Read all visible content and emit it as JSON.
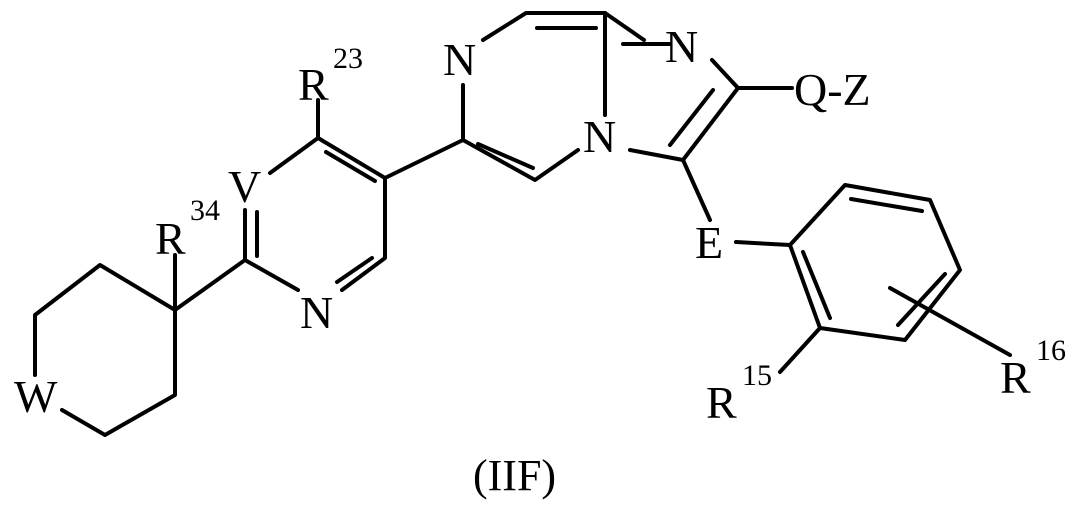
{
  "labels": {
    "N_pyrazine_top": "N",
    "N_imidazole_top": "N",
    "N_bridge": "N",
    "N_pyridine": "N",
    "QZ": "Q-Z",
    "E": "E",
    "V": "V",
    "W": "W",
    "R23": "R",
    "R23_sup": "23",
    "R34": "R",
    "R34_sup": "34",
    "R15": "R",
    "R15_sup": "15",
    "R16": "R",
    "R16_sup": "16"
  },
  "caption": "(IIF)"
}
